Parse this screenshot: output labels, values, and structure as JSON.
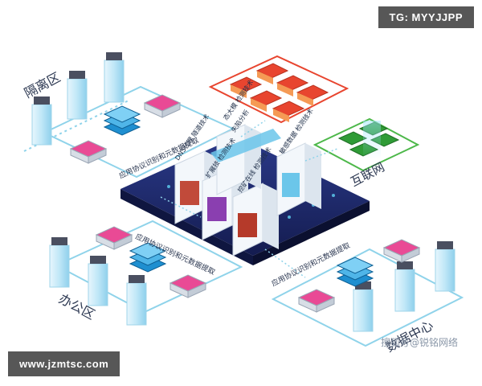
{
  "zones": {
    "isolation": "隔离区",
    "office": "办公区",
    "datacenter": "数据中心",
    "internet": "互联网"
  },
  "flow_labels": {
    "top": "应用协议识别和元数据提取",
    "left": "应用协议识别和元数据提取",
    "right": "应用协议识别和元数据提取"
  },
  "server_labels": {
    "s1": "DNS代理 隧道技术",
    "s2": "扩展技 检测技术",
    "s3": "挖矿在线 检测技术",
    "s4": "失陷分析",
    "s5": "敏感数据 检测技术",
    "s6": "态大模 检测技术"
  },
  "badges": {
    "tg": "TG: MYYJJPP",
    "url": "www.jzmtsc.com"
  },
  "watermark": "搜狐号@锐铭网络",
  "colors": {
    "zone_stroke": "#8fd3ea",
    "platform": "#1e2a6e",
    "threat_red": "#e8452f",
    "internet_green": "#4db84a",
    "server_blue": "#6bc6ea"
  }
}
